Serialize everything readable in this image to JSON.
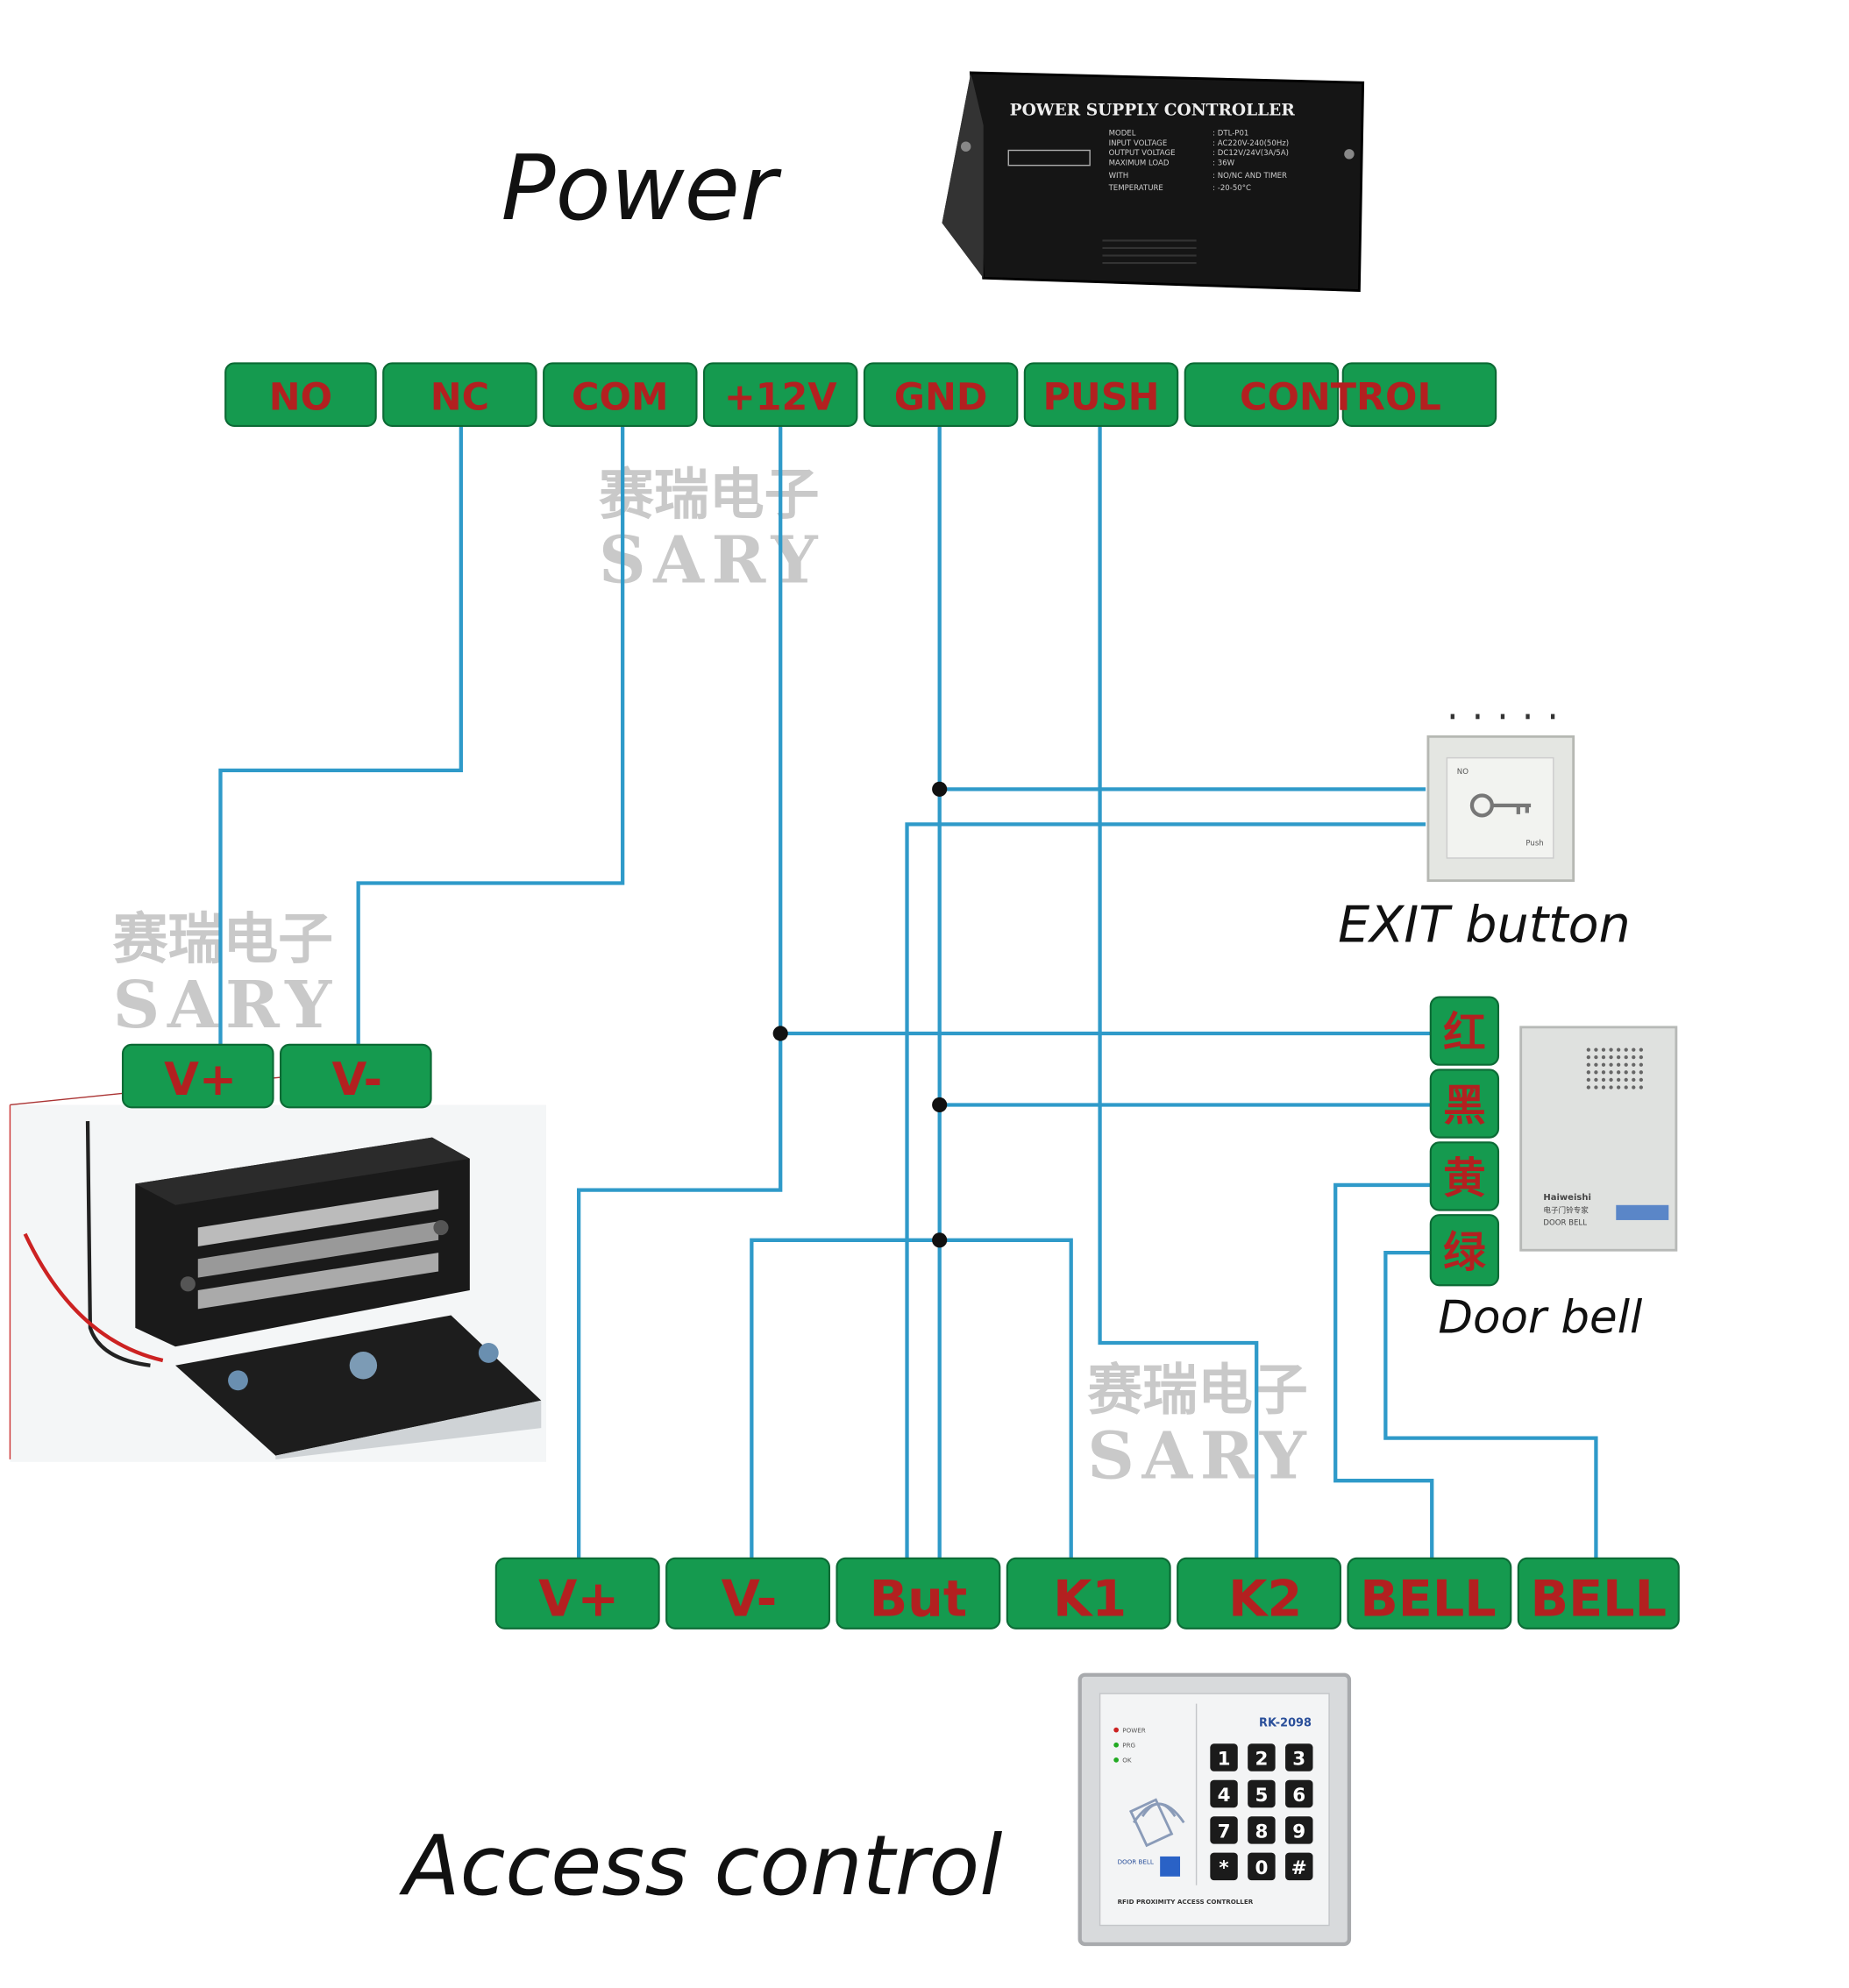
{
  "labels": {
    "power": "Power",
    "exit_button": "EXIT button",
    "door_bell": "Door bell",
    "access_control": "Access control"
  },
  "power_supply": {
    "title": "POWER SUPPLY CONTROLLER",
    "specs_left": [
      "MODEL",
      "INPUT VOLTAGE",
      "OUTPUT VOLTAGE",
      "MAXIMUM LOAD",
      "WITH",
      "TEMPERATURE"
    ],
    "specs_right": [
      ": DTL-P01",
      ": AC220V-240(50Hz)",
      ": DC12V/24V(3A/5A)",
      ": 36W",
      ": NO/NC AND TIMER",
      ": -20-50°C"
    ]
  },
  "top_terminals": [
    "NO",
    "NC",
    "COM",
    "+12V",
    "GND",
    "PUSH",
    "CONTROL"
  ],
  "lock_terminals": [
    "V+",
    "V-"
  ],
  "bell_terminals": [
    "红",
    "黑",
    "黄",
    "绿"
  ],
  "bottom_terminals": [
    "V+",
    "V-",
    "But",
    "K1",
    "K2",
    "BELL",
    "BELL"
  ],
  "watermark": {
    "cn": "赛瑞电子",
    "en": "SARY"
  },
  "exit_device": {
    "label_top": "NO",
    "label_bottom": "Push"
  },
  "doorbell_device": {
    "brand": "Haiweishi",
    "line2": "电子门铃专家",
    "line3": "DOOR BELL"
  },
  "keypad": {
    "model": "RK-2098",
    "indicators": [
      "POWER",
      "PRG",
      "OK"
    ],
    "keys": [
      "1",
      "2",
      "3",
      "4",
      "5",
      "6",
      "7",
      "8",
      "9",
      "*",
      "0",
      "#"
    ],
    "bell_label": "DOOR BELL",
    "footer": "RFID PROXIMITY ACCESS CONTROLLER"
  },
  "colors": {
    "terminal_green": "#159a4f",
    "terminal_text": "#b32020",
    "wire": "#2f9ac9"
  }
}
